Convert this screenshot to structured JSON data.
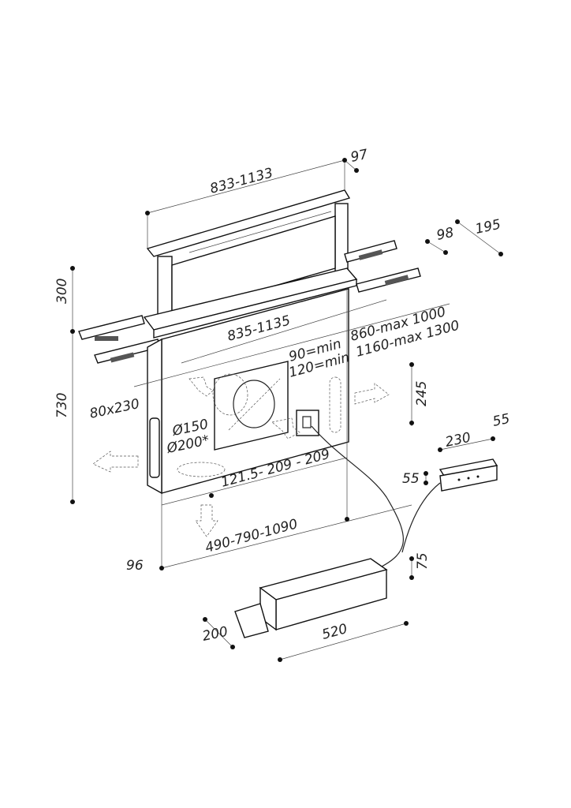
{
  "drawing": {
    "title": "Downdraft hood installation dimensions",
    "dimensions": {
      "top_width": "833-1133",
      "top_depth": "97",
      "rail_depth_inner": "98",
      "rail_depth_outer": "195",
      "lift_height": "300",
      "body_width": "835-1135",
      "cutout_width_a": "860-max 1000",
      "cutout_width_b": "1160-max 1300",
      "min_a": "90=min",
      "min_b": "120=min",
      "body_height": "730",
      "outlet_height": "245",
      "side_outlet": "80x230",
      "duct_diameter_a": "Ø150",
      "duct_diameter_b": "Ø200*",
      "bottom_positions": "121.5- 209 - 209",
      "bottom_width": "490-790-1090",
      "bottom_offset": "96",
      "control_width": "230",
      "control_depth": "55",
      "control_height": "55",
      "motor_height": "75",
      "motor_depth": "200",
      "motor_width": "520"
    }
  }
}
